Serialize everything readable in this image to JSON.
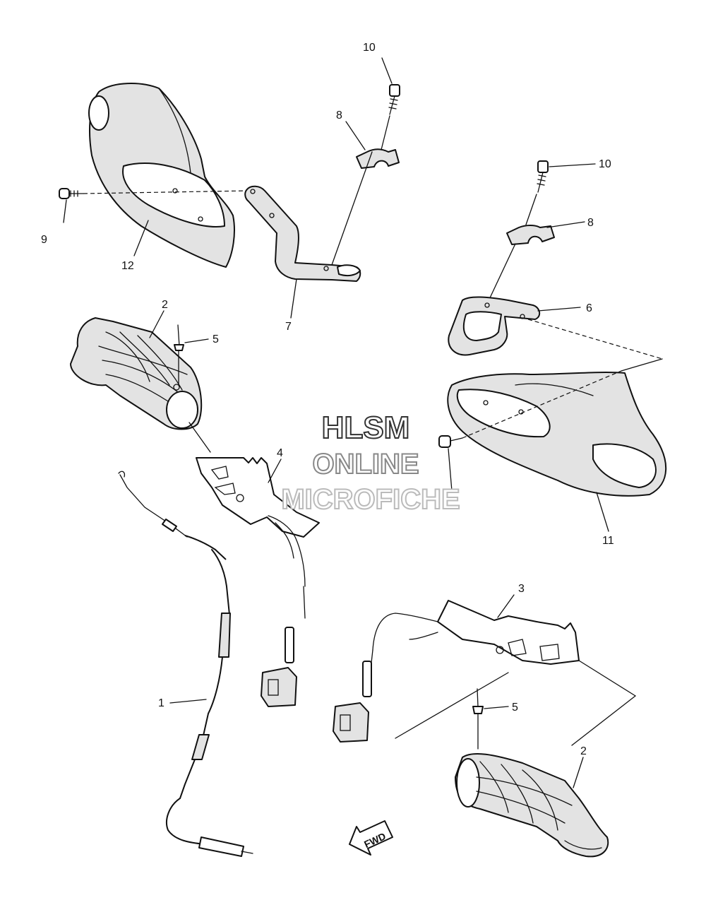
{
  "watermark": {
    "line1": "HLSM",
    "line2": "ONLINE",
    "line3": "MICROFICHE"
  },
  "fwd_label": "FWD",
  "callouts": {
    "c1": "1",
    "c2a": "2",
    "c2b": "2",
    "c3": "3",
    "c4": "4",
    "c5a": "5",
    "c5b": "5",
    "c6": "6",
    "c7": "7",
    "c8a": "8",
    "c8b": "8",
    "c9": "9",
    "c10a": "10",
    "c10b": "10",
    "c11": "11",
    "c12": "12"
  },
  "colors": {
    "ink": "#111111",
    "watermark_dark": "#333333",
    "watermark_mid": "#888888",
    "watermark_light": "#bbbbbb"
  }
}
